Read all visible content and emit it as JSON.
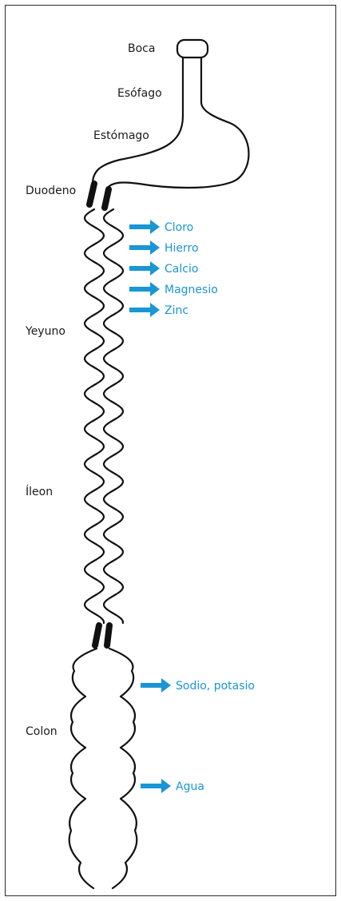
{
  "colors": {
    "outline": "#111111",
    "label_text": "#1a1a1a",
    "nutrient_accent": "#1a96d4"
  },
  "organs": {
    "boca": "Boca",
    "esofago": "Esófago",
    "estomago": "Estómago",
    "duodeno": "Duodeno",
    "yeyuno": "Yeyuno",
    "ileon": "Íleon",
    "colon": "Colon"
  },
  "nutrients": [
    {
      "name": "Cloro",
      "arrow_icon": "arrow-right-icon"
    },
    {
      "name": "Hierro",
      "arrow_icon": "arrow-right-icon"
    },
    {
      "name": "Calcio",
      "arrow_icon": "arrow-right-icon"
    },
    {
      "name": "Magnesio",
      "arrow_icon": "arrow-right-icon"
    },
    {
      "name": "Zinc",
      "arrow_icon": "arrow-right-icon"
    },
    {
      "name": "Sodio, potasio",
      "arrow_icon": "arrow-right-icon"
    },
    {
      "name": "Agua",
      "arrow_icon": "arrow-right-icon"
    }
  ]
}
